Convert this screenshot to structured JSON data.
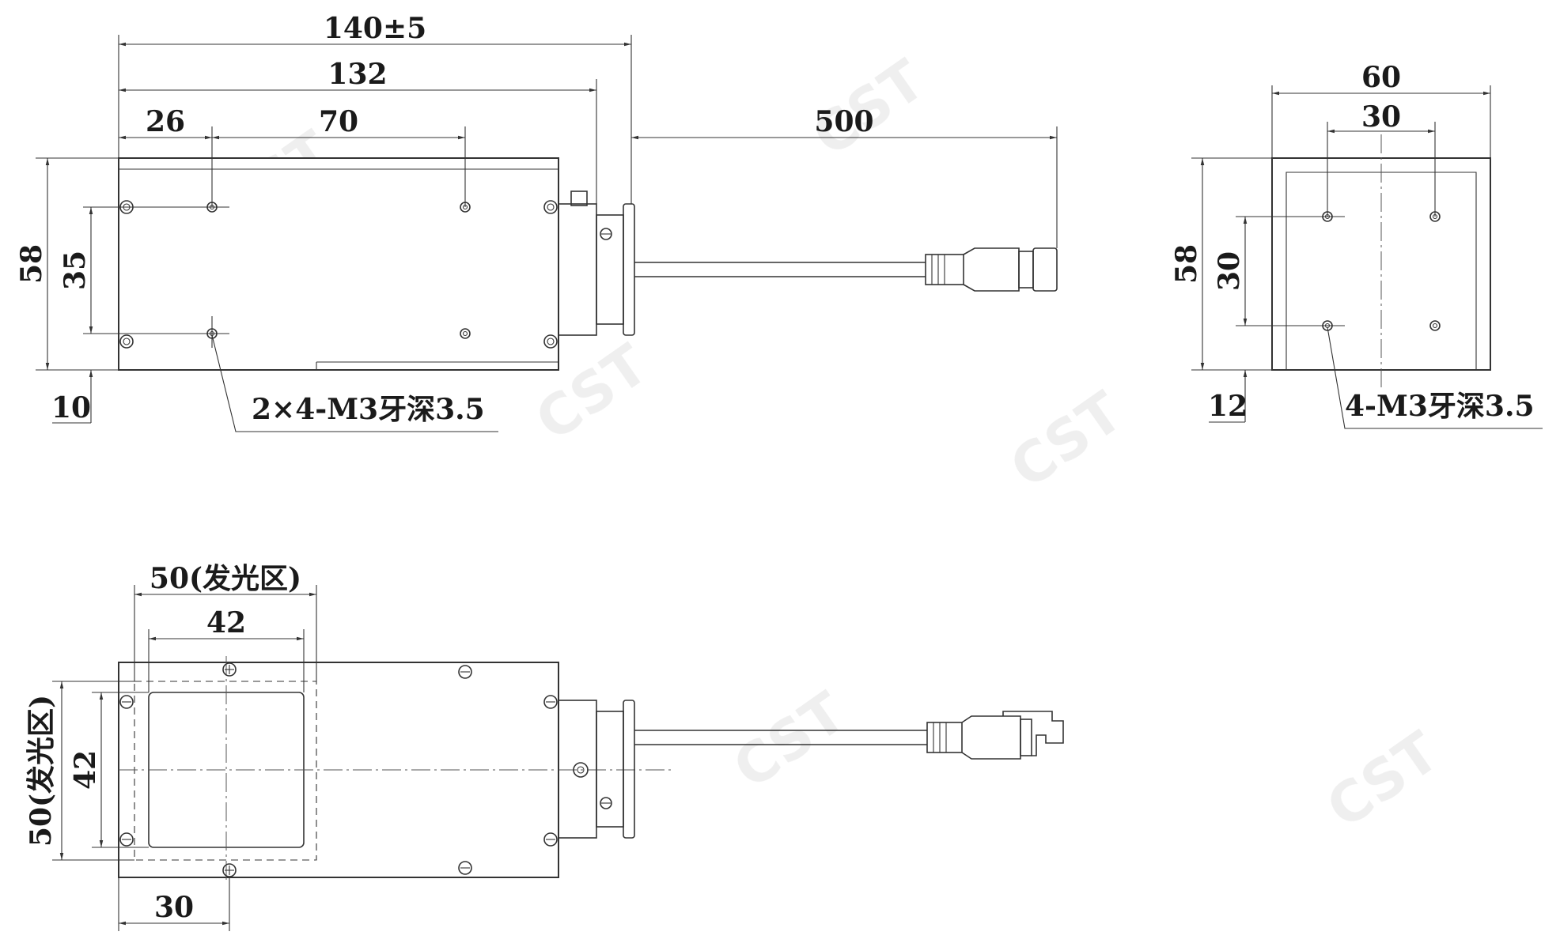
{
  "drawing": {
    "front_view": {
      "dims": {
        "overall_length": "140±5",
        "body_length": "132",
        "hole_offset": "26",
        "hole_spacing": "70",
        "cable_length": "500",
        "height": "58",
        "hole_spacing_vertical": "35",
        "bottom_offset": "10"
      },
      "callout": "2×4-M3牙深3.5"
    },
    "side_view": {
      "dims": {
        "width": "60",
        "hole_spacing": "30",
        "height": "58",
        "hole_spacing_vertical": "30",
        "bottom_offset": "12"
      },
      "callout": "4-M3牙深3.5"
    },
    "bottom_view": {
      "dims": {
        "emitting_width": "50(发光区)",
        "window_width": "42",
        "window_height": "42",
        "emitting_height": "50(发光区)",
        "offset": "30"
      }
    },
    "watermark": "CST",
    "line_color": "#333333"
  }
}
